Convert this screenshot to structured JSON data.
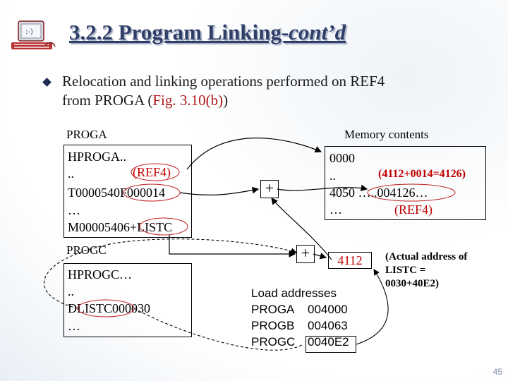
{
  "title": {
    "main": "3.2.2 Program Linking-",
    "italic": "cont’d"
  },
  "bullet": {
    "line1": "Relocation and linking operations performed on REF4",
    "line2_a": "from PROGA (",
    "line2_b": "Fig. 3.10(b)",
    "line2_c": ")"
  },
  "proga": {
    "label": "PROGA",
    "lines": [
      "HPROGA..",
      "..",
      "(REF4)",
      "T0000540F000014",
      "…",
      "M00005406+LISTC"
    ]
  },
  "progc": {
    "label": "PROGC",
    "lines": [
      "HPROGC…",
      "..",
      "DLISTC000030",
      "…"
    ]
  },
  "memory": {
    "label": "Memory contents",
    "lines": [
      "0000",
      "..",
      "(4112+0014=4126)",
      "4050  …..004126…",
      "…",
      "(REF4)"
    ]
  },
  "plus1": "+",
  "plus2": "+",
  "sum_value": "4112",
  "note": {
    "line1": "(Actual address of",
    "line2": "LISTC =",
    "line3": "0030+40E2)"
  },
  "load": {
    "heading": "Load addresses",
    "rows": [
      {
        "prog": "PROGA",
        "addr": "004000"
      },
      {
        "prog": "PROGB",
        "addr": "004063"
      },
      {
        "prog": "PROGC",
        "addr": "0040E2"
      }
    ]
  },
  "page_number": "45",
  "colors": {
    "title": "#2f3f68",
    "red": "#c00000",
    "arrow": "#000000"
  }
}
